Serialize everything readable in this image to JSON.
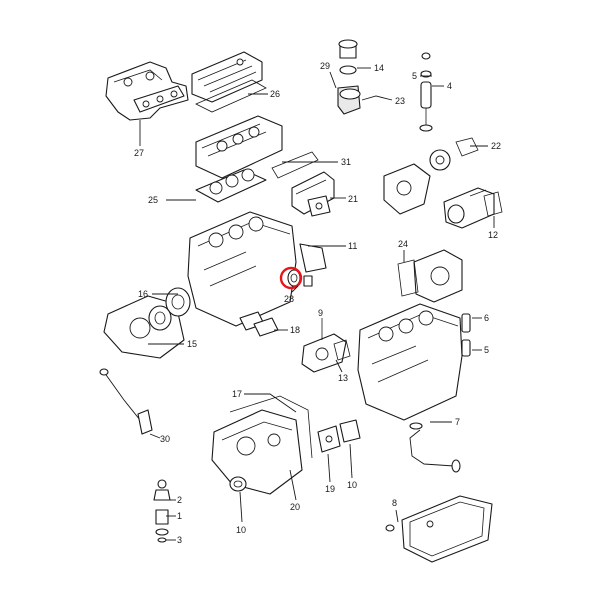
{
  "diagram": {
    "highlight_color": "#e8141b",
    "callouts": [
      {
        "id": "c1",
        "label": "14"
      },
      {
        "id": "c2",
        "label": "29"
      },
      {
        "id": "c3",
        "label": "5"
      },
      {
        "id": "c4",
        "label": "4"
      },
      {
        "id": "c5",
        "label": "23"
      },
      {
        "id": "c6",
        "label": "26"
      },
      {
        "id": "c7",
        "label": "27"
      },
      {
        "id": "c8",
        "label": "22"
      },
      {
        "id": "c9",
        "label": "31"
      },
      {
        "id": "c10",
        "label": "25"
      },
      {
        "id": "c11",
        "label": "21"
      },
      {
        "id": "c12",
        "label": "12"
      },
      {
        "id": "c13",
        "label": "11"
      },
      {
        "id": "c14",
        "label": "24"
      },
      {
        "id": "c15",
        "label": "28"
      },
      {
        "id": "c16",
        "label": "16"
      },
      {
        "id": "c17",
        "label": "18"
      },
      {
        "id": "c18",
        "label": "15"
      },
      {
        "id": "c19",
        "label": "9"
      },
      {
        "id": "c20",
        "label": "6"
      },
      {
        "id": "c21",
        "label": "13"
      },
      {
        "id": "c22",
        "label": "5"
      },
      {
        "id": "c23",
        "label": "17"
      },
      {
        "id": "c24",
        "label": "7"
      },
      {
        "id": "c25",
        "label": "30"
      },
      {
        "id": "c26",
        "label": "19"
      },
      {
        "id": "c27",
        "label": "10"
      },
      {
        "id": "c28",
        "label": "2"
      },
      {
        "id": "c29",
        "label": "20"
      },
      {
        "id": "c30",
        "label": "8"
      },
      {
        "id": "c31",
        "label": "1"
      },
      {
        "id": "c32",
        "label": "10"
      },
      {
        "id": "c33",
        "label": "3"
      }
    ]
  }
}
